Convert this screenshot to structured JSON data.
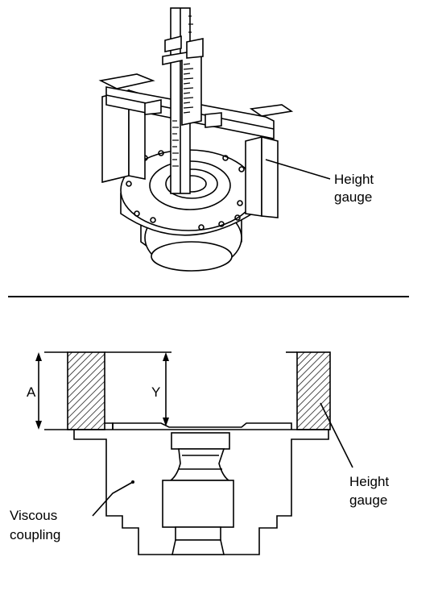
{
  "labels": {
    "top_callout_line1": "Height",
    "top_callout_line2": "gauge",
    "dimension_a": "A",
    "dimension_y": "Y",
    "bottom_callout_line1": "Height",
    "bottom_callout_line2": "gauge",
    "coupling_line1": "Viscous",
    "coupling_line2": "coupling"
  }
}
